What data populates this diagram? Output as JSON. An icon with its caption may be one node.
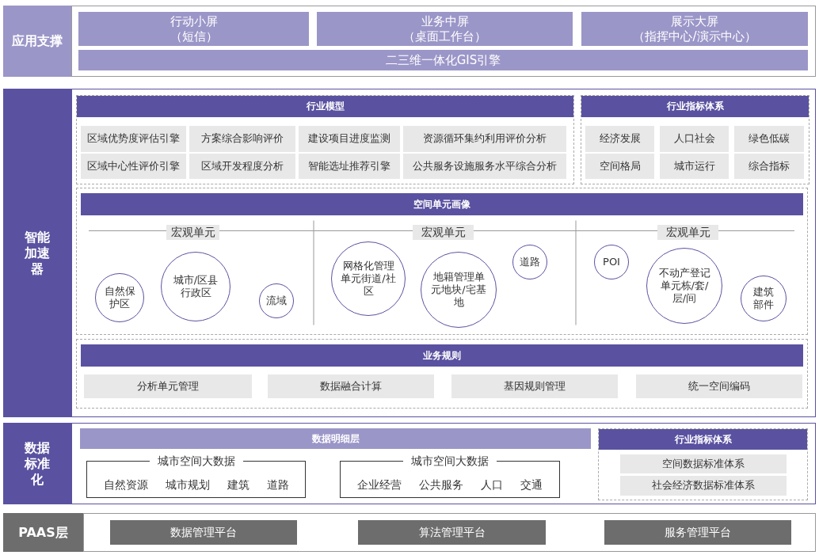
{
  "diagram": {
    "nodes": [
      {
        "text": [
          "应用支撑"
        ]
      },
      {
        "text": [
          "行动小屏",
          "（短信）"
        ]
      },
      {
        "text": [
          "业务中屏",
          "（桌面工作台）"
        ]
      },
      {
        "text": [
          "展示大屏",
          "（指挥中心/演示中心）"
        ]
      },
      {
        "text": [
          "二三维一体化GIS引擎"
        ]
      },
      {
        "text": [
          "智能加速器"
        ]
      },
      {
        "text": [
          "行业模型"
        ]
      },
      {
        "text": [
          "区域优势度评估引擎"
        ],
        "in": 6
      },
      {
        "text": [
          "方案综合影响评价"
        ],
        "in": 6
      },
      {
        "text": [
          "建设项目进度监测"
        ],
        "in": 6
      },
      {
        "text": [
          "资源循环集约利用评价分析"
        ],
        "in": 6
      },
      {
        "text": [
          "区域中心性评价引擎"
        ],
        "in": 6
      },
      {
        "text": [
          "区域开发程度分析"
        ],
        "in": 6
      },
      {
        "text": [
          "智能选址推荐引擎"
        ],
        "in": 6
      },
      {
        "text": [
          "公共服务设施服务水平综合分析"
        ],
        "in": 6
      },
      {
        "text": [
          "行业指标体系"
        ]
      },
      {
        "text": [
          "经济发展"
        ],
        "in": 15
      },
      {
        "text": [
          "人口社会"
        ],
        "in": 15
      },
      {
        "text": [
          "绿色低碳"
        ],
        "in": 15
      },
      {
        "text": [
          "空间格局"
        ],
        "in": 15
      },
      {
        "text": [
          "城市运行"
        ],
        "in": 15
      },
      {
        "text": [
          "综合指标"
        ],
        "in": 15
      },
      {
        "text": [
          "空间单元画像"
        ]
      },
      {
        "text": [
          "宏观单元"
        ],
        "in": 22
      },
      {
        "text": [
          "自然保护区"
        ],
        "in": 22
      },
      {
        "text": [
          "城市/区县行政区"
        ],
        "in": 22
      },
      {
        "text": [
          "流域"
        ],
        "in": 22
      },
      {
        "text": [
          "宏观单元"
        ],
        "in": 22
      },
      {
        "text": [
          "网格化管理单元街道/社区"
        ],
        "in": 22
      },
      {
        "text": [
          "地籍管理单元地块/宅基地"
        ],
        "in": 22
      },
      {
        "text": [
          "道路"
        ],
        "in": 22
      },
      {
        "text": [
          "宏观单元"
        ],
        "in": 22
      },
      {
        "text": [
          "POI"
        ],
        "in": 22
      },
      {
        "text": [
          "不动产登记单元栋/套/层/间"
        ],
        "in": 22
      },
      {
        "text": [
          "建筑部件"
        ],
        "in": 22
      },
      {
        "text": [
          "业务规则"
        ]
      },
      {
        "text": [
          "分析单元管理"
        ],
        "in": 35
      },
      {
        "text": [
          "数据融合计算"
        ],
        "in": 35
      },
      {
        "text": [
          "基因规则管理"
        ],
        "in": 35
      },
      {
        "text": [
          "统一空间编码"
        ],
        "in": 35
      },
      {
        "text": [
          "数据标准化"
        ]
      },
      {
        "text": [
          "数据明细层"
        ]
      },
      {
        "text": [
          "城市空间大数据",
          "自然资源",
          "城市规划",
          "建筑",
          "道路"
        ]
      },
      {
        "text": [
          "城市空间大数据",
          "企业经营",
          "公共服务",
          "人口",
          "交通"
        ]
      },
      {
        "text": [
          "行业指标体系"
        ]
      },
      {
        "text": [
          "空间数据标准体系"
        ],
        "in": 44
      },
      {
        "text": [
          "社会经济数据标准体系"
        ],
        "in": 44
      },
      {
        "text": [
          "PAAS层"
        ]
      },
      {
        "text": [
          "数据管理平台"
        ]
      },
      {
        "text": [
          "算法管理平台"
        ]
      },
      {
        "text": [
          "服务管理平台"
        ]
      }
    ],
    "edges": []
  }
}
